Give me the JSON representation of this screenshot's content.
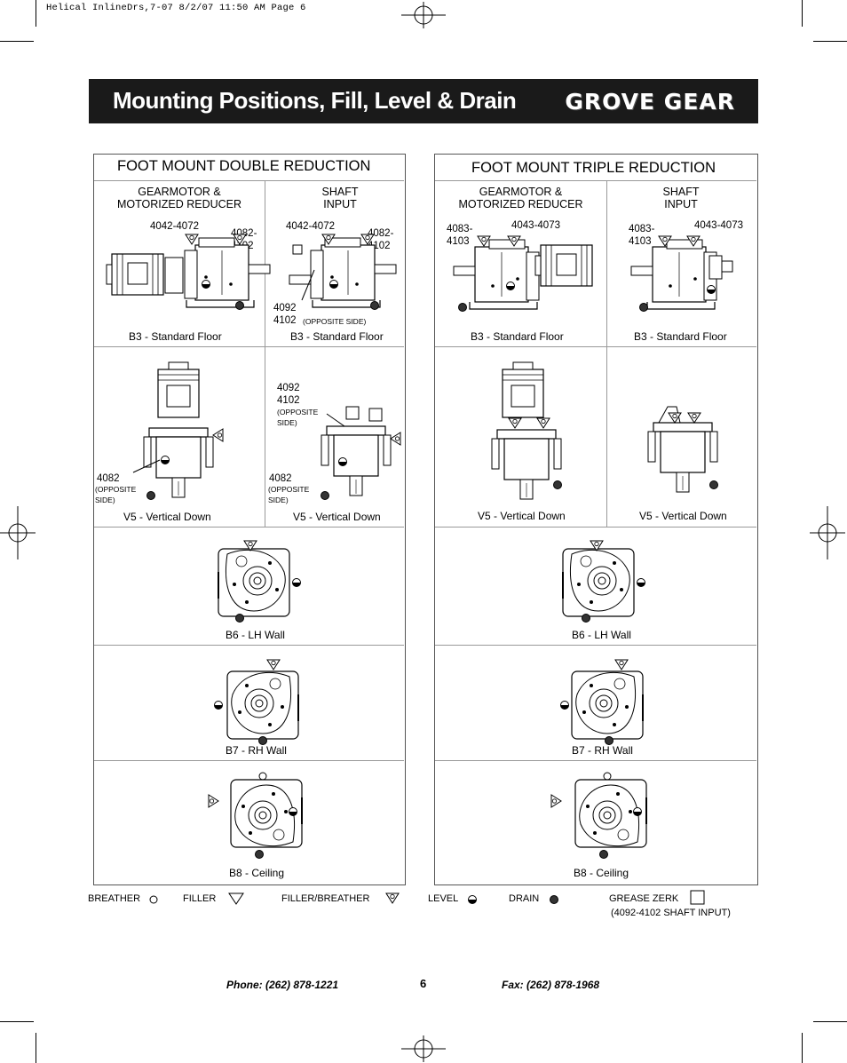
{
  "slug": "Helical InlineDrs,7-07  8/2/07  11:50 AM  Page 6",
  "banner": {
    "title": "Mounting Positions, Fill, Level & Drain",
    "brand": "GROVE GEAR"
  },
  "double": {
    "title": "FOOT MOUNT DOUBLE REDUCTION",
    "col1": {
      "line1": "GEARMOTOR &",
      "line2": "MOTORIZED REDUCER"
    },
    "col2": {
      "line1": "SHAFT",
      "line2": "INPUT"
    },
    "b3a": {
      "range": "4042-4072",
      "alt1": "4082-",
      "alt2": "4102",
      "caption": "B3 - Standard Floor"
    },
    "b3b": {
      "range": "4042-4072",
      "alt1": "4082-",
      "alt2": "4102",
      "n1": "4092",
      "n2": "4102",
      "note": "(OPPOSITE SIDE)",
      "caption": "B3 - Standard Floor"
    },
    "v5a": {
      "n": "4082",
      "note1": "(OPPOSITE",
      "note2": "SIDE)",
      "caption": "V5 - Vertical Down"
    },
    "v5b": {
      "t1": "4092",
      "t2": "4102",
      "tn1": "(OPPOSITE",
      "tn2": "SIDE)",
      "n": "4082",
      "note1": "(OPPOSITE",
      "note2": "SIDE)",
      "caption": "V5 - Vertical Down"
    },
    "b6": "B6 - LH Wall",
    "b7": "B7 - RH Wall",
    "b8": "B8 - Ceiling"
  },
  "triple": {
    "title": "FOOT MOUNT TRIPLE REDUCTION",
    "col1": {
      "line1": "GEARMOTOR &",
      "line2": "MOTORIZED REDUCER"
    },
    "col2": {
      "line1": "SHAFT",
      "line2": "INPUT"
    },
    "b3a": {
      "alt1": "4083-",
      "alt2": "4103",
      "range": "4043-4073",
      "caption": "B3 - Standard Floor"
    },
    "b3b": {
      "alt1": "4083-",
      "alt2": "4103",
      "range": "4043-4073",
      "caption": "B3 - Standard Floor"
    },
    "v5a": "V5 - Vertical Down",
    "v5b": "V5 - Vertical Down",
    "b6": "B6 - LH Wall",
    "b7": "B7 - RH Wall",
    "b8": "B8 - Ceiling"
  },
  "legend": {
    "breather": "BREATHER",
    "filler": "FILLER",
    "filler_breather": "FILLER/BREATHER",
    "level": "LEVEL",
    "drain": "DRAIN",
    "grease": "GREASE ZERK",
    "grease_note": "(4092-4102 SHAFT INPUT)"
  },
  "footer": {
    "phone": "Phone: (262) 878-1221",
    "page": "6",
    "fax": "Fax: (262) 878-1968"
  }
}
